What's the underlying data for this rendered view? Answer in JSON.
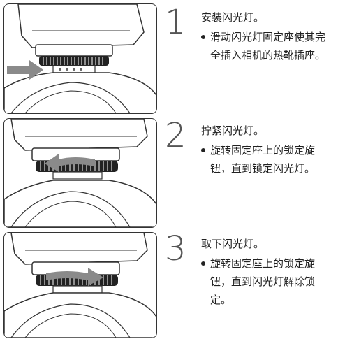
{
  "steps": [
    {
      "number": "1",
      "title": "安装闪光灯。",
      "bullet": "滑动闪光灯固定座使其完全插入相机的热靴插座。"
    },
    {
      "number": "2",
      "title": "拧紧闪光灯。",
      "bullet": "旋转固定座上的锁定旋钮，直到锁定闪光灯。"
    },
    {
      "number": "3",
      "title": "取下闪光灯。",
      "bullet": "旋转固定座上的锁定旋钮，直到闪光灯解除锁定。"
    }
  ],
  "colors": {
    "arrow": "#8a8a8a",
    "line": "#333333",
    "knurl": "#222222"
  },
  "icons": [
    "slide-in-arrow-icon",
    "rotate-left-arrow-icon",
    "rotate-right-arrow-icon"
  ]
}
